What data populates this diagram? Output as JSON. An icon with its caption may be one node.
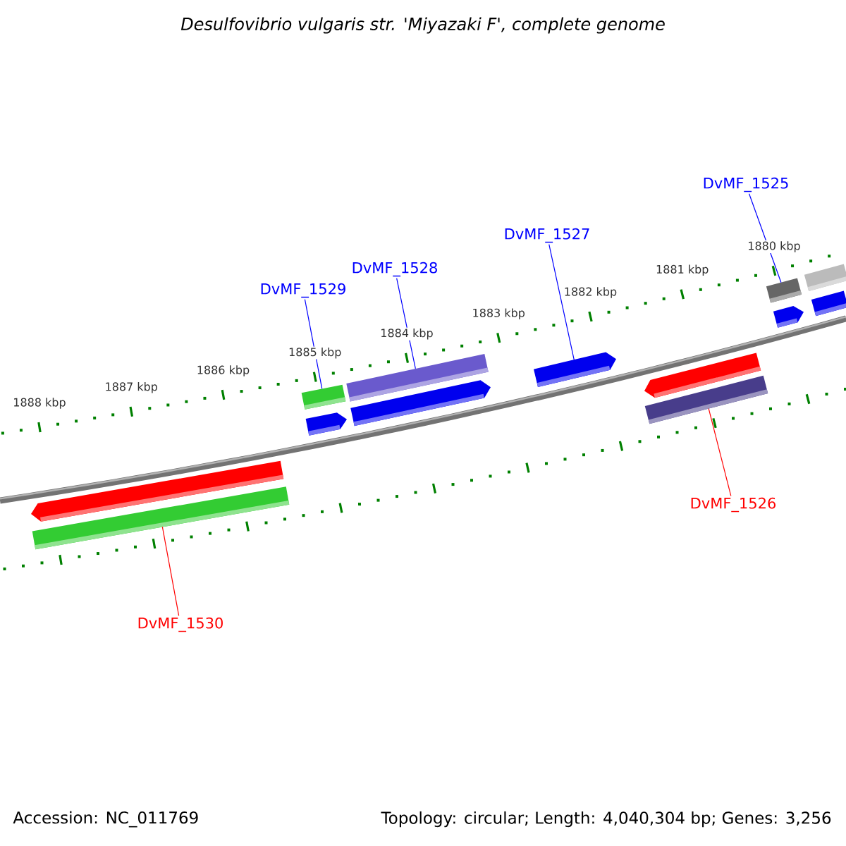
{
  "diagram": {
    "title": "Desulfovibrio vulgaris str. 'Miyazaki F', complete genome",
    "nodes": [
      {
        "text": [
          "DvMF_1525"
        ]
      },
      {
        "text": [
          "DvMF_1527"
        ]
      },
      {
        "text": [
          "DvMF_1528"
        ]
      },
      {
        "text": [
          "DvMF_1529"
        ]
      },
      {
        "text": [],
        "shape": "arrow"
      },
      {
        "text": [],
        "shape": "bar"
      },
      {
        "text": [],
        "shape": "bar"
      },
      {
        "text": [],
        "shape": "arrow"
      },
      {
        "text": [],
        "shape": "bar"
      },
      {
        "text": [],
        "shape": "arrow"
      },
      {
        "text": [],
        "shape": "arrow"
      },
      {
        "text": [],
        "shape": "arrow"
      },
      {
        "text": [],
        "shape": "bar"
      },
      {
        "text": [],
        "shape": "bar"
      },
      {
        "text": [],
        "shape": "arrow"
      },
      {
        "text": [],
        "shape": "bar"
      },
      {
        "text": [],
        "shape": "bar"
      },
      {
        "text": [
          "DvMF_1530"
        ]
      },
      {
        "text": [
          "DvMF_1526"
        ]
      }
    ],
    "edges": [
      {
        "from": 0,
        "to": 13,
        "arrow": "none"
      },
      {
        "from": 1,
        "to": 10,
        "arrow": "none"
      },
      {
        "from": 2,
        "to": 8,
        "arrow": "none"
      },
      {
        "from": 3,
        "to": 6,
        "arrow": "none"
      },
      {
        "from": 17,
        "to": 5,
        "arrow": "none",
        "color": "#ff0000"
      },
      {
        "from": 18,
        "to": 12,
        "arrow": "none",
        "color": "#ff0000"
      }
    ],
    "labels": [
      "1888 kbp",
      "1887 kbp",
      "1886 kbp",
      "1885 kbp",
      "1884 kbp",
      "1883 kbp",
      "1882 kbp",
      "1881 kbp",
      "1880 kbp",
      "Accession: NC_011769",
      "Topology: circular; Length: 4,040,304 bp; Genes: 3,256"
    ]
  }
}
